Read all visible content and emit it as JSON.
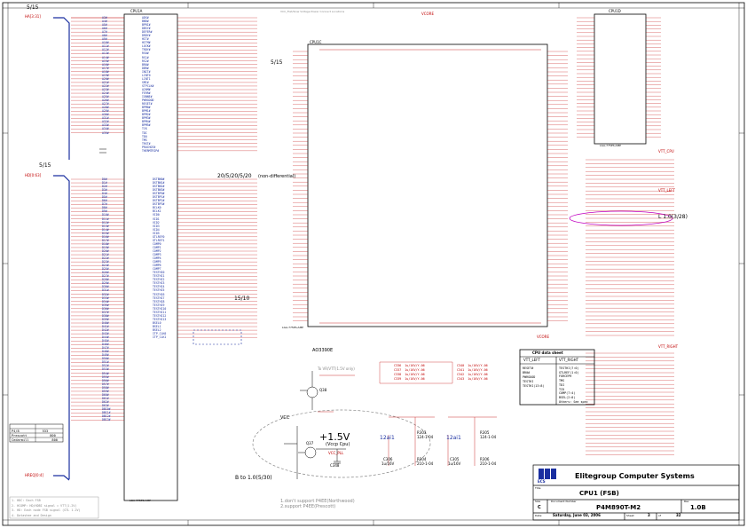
{
  "sheet": {
    "speed_left_top": "5/15",
    "speed_mid": "5/15",
    "speed_left_mid": "5/15",
    "diff_note": "20/5/20/5/20",
    "diff_sub": "(non-differential)",
    "speed_bottom": "15/10",
    "length_note": "L 1.0(3/28)",
    "ratio_note": "B to 1.0(5/30)",
    "net_haddr": "HA[3:31]",
    "net_hdata": "HD[0:63]",
    "net_hreq": "HREQ[0:4]"
  },
  "cpu1a": {
    "title": "CPU1A",
    "footer": "LGA-775PS-AMP",
    "left_pins": [
      "A3#",
      "A4#",
      "A5#",
      "A6#",
      "A7#",
      "A8#",
      "A9#",
      "A10#",
      "A11#",
      "A12#",
      "A13#",
      "A14#",
      "A15#",
      "A16#",
      "A17#",
      "A18#",
      "A19#",
      "A20#",
      "A21#",
      "A22#",
      "A23#",
      "A24#",
      "A25#",
      "A26#",
      "A27#",
      "A28#",
      "A29#",
      "A30#",
      "A31#",
      "A32#",
      "A33#",
      "A34#",
      "A35#"
    ],
    "right_pins": [
      "ADS#",
      "BNR#",
      "BPRI#",
      "DBSY#",
      "DEFER#",
      "DRDY#",
      "HIT#",
      "HITM#",
      "LOCK#",
      "TRDY#",
      "RS0#",
      "RS1#",
      "RS2#",
      "BR0#",
      "DBR#",
      "INIT#",
      "LINT0",
      "LINT1",
      "SMI#",
      "STPCLK#",
      "A20M#",
      "FERR#",
      "IGNNE#",
      "PWRGOOD",
      "RESET#",
      "BPM0#",
      "BPM1#",
      "BPM2#",
      "BPM3#",
      "BPM4#",
      "BPM5#",
      "TCK",
      "TDI",
      "TDO",
      "TMS",
      "TRST#",
      "PROCHOT#",
      "THERMTRIP#"
    ]
  },
  "cpu1b": {
    "left_pins": [
      "D0#",
      "D1#",
      "D2#",
      "D3#",
      "D4#",
      "D5#",
      "D6#",
      "D7#",
      "D8#",
      "D9#",
      "D10#",
      "D11#",
      "D12#",
      "D13#",
      "D14#",
      "D15#",
      "D16#",
      "D17#",
      "D18#",
      "D19#",
      "D20#",
      "D21#",
      "D22#",
      "D23#",
      "D24#",
      "D25#",
      "D26#",
      "D27#",
      "D28#",
      "D29#",
      "D30#",
      "D31#",
      "D32#",
      "D33#",
      "D34#",
      "D35#",
      "D36#",
      "D37#",
      "D38#",
      "D39#",
      "D40#",
      "D41#",
      "D42#",
      "D43#",
      "D44#",
      "D45#",
      "D46#",
      "D47#",
      "D48#",
      "D49#",
      "D50#",
      "D51#",
      "D52#",
      "D53#",
      "D54#",
      "D55#",
      "D56#",
      "D57#",
      "D58#",
      "D59#",
      "D60#",
      "D61#",
      "D62#",
      "D63#",
      "DBI0#",
      "DBI1#",
      "DBI2#",
      "DBI3#"
    ],
    "right_pins": [
      "DSTBN0#",
      "DSTBN1#",
      "DSTBN2#",
      "DSTBN3#",
      "DSTBP0#",
      "DSTBP1#",
      "DSTBP2#",
      "DSTBP3#",
      "BCLK0",
      "BCLK1",
      "VID0",
      "VID1",
      "VID2",
      "VID3",
      "VID4",
      "VID5",
      "GTLREF0",
      "GTLREF1",
      "COMP0",
      "COMP1",
      "COMP2",
      "COMP3",
      "COMP4",
      "COMP5",
      "COMP6",
      "COMP7",
      "TESTHI0",
      "TESTHI1",
      "TESTHI2",
      "TESTHI3",
      "TESTHI4",
      "TESTHI5",
      "TESTHI6",
      "TESTHI7",
      "TESTHI8",
      "TESTHI9",
      "TESTHI10",
      "TESTHI11",
      "TESTHI12",
      "TESTHI13",
      "BSEL0",
      "BSEL1",
      "BSEL2",
      "ITP_CLK0",
      "ITP_CLK1"
    ]
  },
  "cpu1c": {
    "title": "CPU1C",
    "footer": "LGA-775PS-AMP",
    "net_top": "VCORE",
    "net_bottom": "VCORE"
  },
  "cpu1d": {
    "title": "CPU1D",
    "footer": "LGA-775PS-AMP"
  },
  "vtt": {
    "vtt_cpu": "VTT_CPU",
    "vtt_left": "VTT_LEFT",
    "vtt_right": "VTT_RIGHT",
    "net_vcc": "VCC"
  },
  "datasheet": {
    "title": "CPU data sheet",
    "left_head": "VTT_LEFT",
    "right_head": "VTT_RIGHT",
    "left_rows": [
      "RESET#",
      "BR0#",
      "PWRGOOD",
      "TESTHI",
      "TESTHI(13:8)"
    ],
    "right_rows": [
      "TESTHI(7:0)",
      "GTLREF(1:0)",
      "FORCEPH",
      "TMS",
      "TDI",
      "TCK",
      "COMP(7:4)",
      "BSEL(2:0)",
      "Others: See spec"
    ]
  },
  "regulator": {
    "voltage": "+1.5V",
    "label": "(Vccp Cpu)",
    "part": "AO3390E",
    "q1": "Q37",
    "q2": "Q38",
    "cap": "C348",
    "sig": "VCC_PLL",
    "note": "To VR/VTT(1.5V only)"
  },
  "caps_left": [
    "C336",
    "C337",
    "C338",
    "C339"
  ],
  "caps_right": [
    "C340",
    "C341",
    "C342",
    "C343"
  ],
  "caps_value": "1u/16V/Y-06",
  "bottom_caps": {
    "a_label": "12ai1",
    "a_part": "C306",
    "a_val": "1u/16V",
    "b_label": "12ai1",
    "b_part": "C305",
    "b_val": "1u/16V",
    "r1": "R303",
    "r1v": "124-1-04",
    "r2": "R304",
    "r2v": "210-1-04",
    "r3": "R305",
    "r3v": "124-1-04",
    "r4": "R306",
    "r4v": "210-1-04"
  },
  "notes": {
    "line1": "1.don't support P4EE(Northwood)",
    "line2": "2.support P4EE(Prescott)"
  },
  "small_table": {
    "headers": [
      "",
      "",
      ""
    ],
    "rows": [
      [
        "P4/8",
        "",
        "533"
      ],
      [
        "Prescott",
        "",
        "800"
      ],
      [
        "Cedarmill",
        "",
        "800"
      ]
    ]
  },
  "company": "Elitegroup Computer Systems",
  "logo": "ECS",
  "title_block": {
    "title_label": "Title",
    "title": "CPU1 (FSB)",
    "size_label": "Size",
    "size": "C",
    "doc_label": "Document Number",
    "doc": "P4M890T-M2",
    "rev_label": "Rev",
    "rev": "1.0B",
    "date_label": "Date:",
    "date": "Saturday, June 03, 2006",
    "sheet_label": "Sheet",
    "sheet": "3",
    "of_label": "of",
    "sheets": "32"
  },
  "header_note": "VCC_Flat/Slow Voltage Power Connect Locations",
  "legend_box": [
    "1. HDC: Each FSB",
    "2. HCOMP: HD/HDBI signal = VTT(1.2V)",
    "3. HD: Each node FSB signal (GTL 1.2V)",
    "4. Datashee and Design"
  ]
}
